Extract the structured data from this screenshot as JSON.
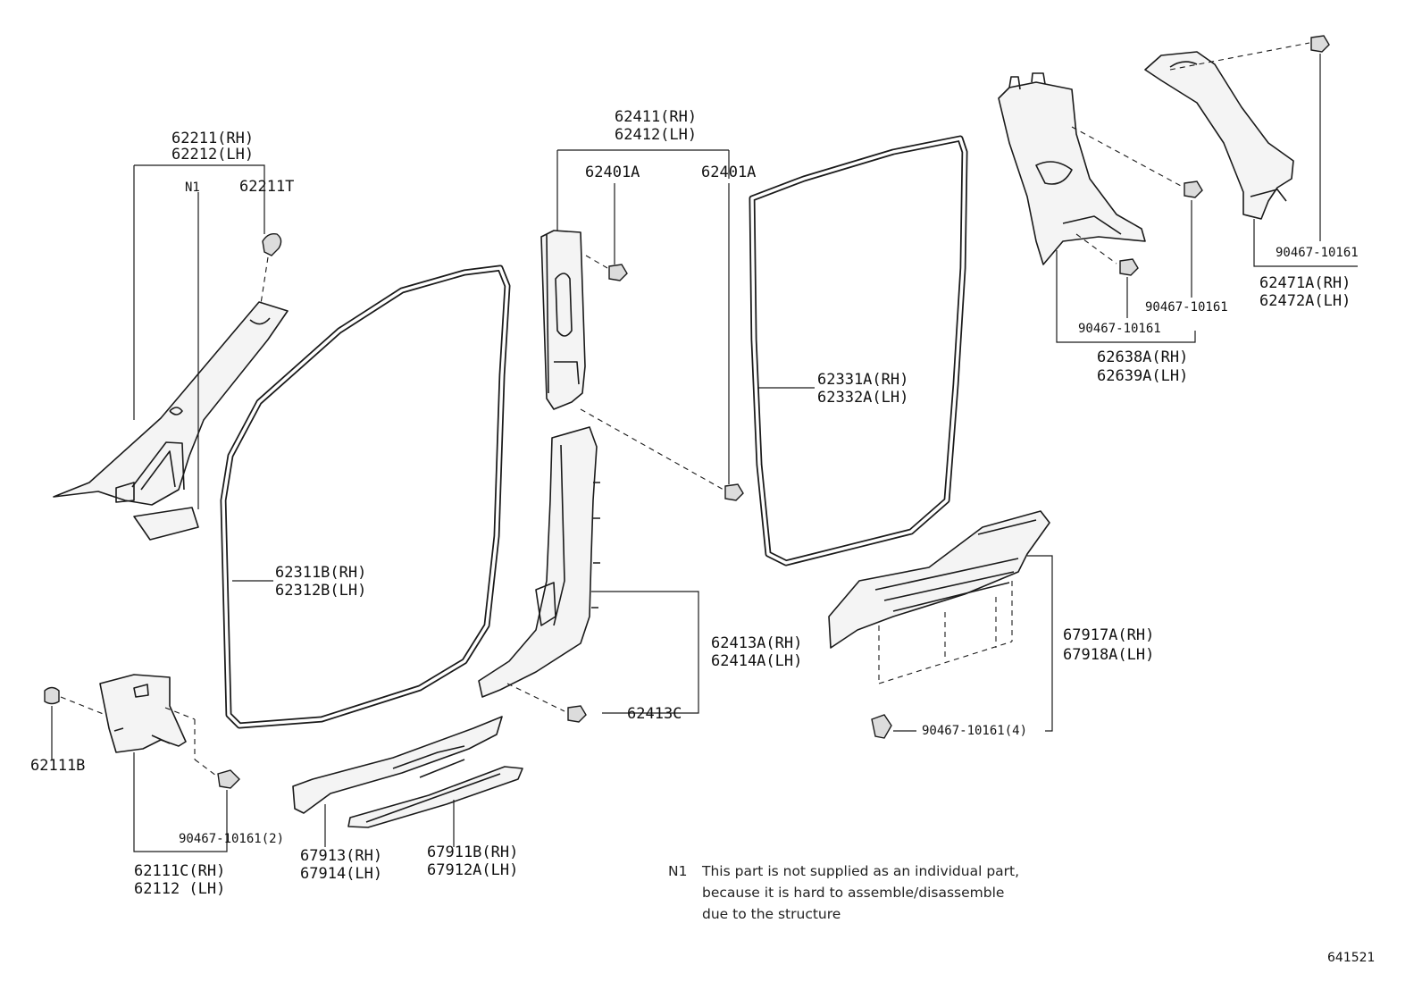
{
  "labels": {
    "l62211_rh": "62211(RH)",
    "l62212_lh": "62212(LH)",
    "n1_marker": "N1",
    "l62211t": "62211T",
    "l62411_rh": "62411(RH)",
    "l62412_lh": "62412(LH)",
    "l62401a_left": "62401A",
    "l62401a_right": "62401A",
    "l62311b_rh": "62311B(RH)",
    "l62312b_lh": "62312B(LH)",
    "l62331a_rh": "62331A(RH)",
    "l62332a_lh": "62332A(LH)",
    "l62413a_rh": "62413A(RH)",
    "l62414a_lh": "62414A(LH)",
    "l62413c": "62413C",
    "l62111b": "62111B",
    "l90467_2": "90467-10161(2)",
    "l62111c_rh": "62111C(RH)",
    "l62112_lh": "62112 (LH)",
    "l67913_rh": "67913(RH)",
    "l67914_lh": "67914(LH)",
    "l67911b_rh": "67911B(RH)",
    "l67912a_lh": "67912A(LH)",
    "l67917a_rh": "67917A(RH)",
    "l67918a_lh": "67918A(LH)",
    "l90467_4": "90467-10161(4)",
    "l90467_center": "90467-10161",
    "l90467_mid": "90467-10161",
    "l62638a_rh": "62638A(RH)",
    "l62639a_lh": "62639A(LH)",
    "l90467_top": "90467-10161",
    "l62471a_rh": "62471A(RH)",
    "l62472a_lh": "62472A(LH)"
  },
  "note": {
    "marker": "N1",
    "line1": "This part is not supplied as an individual part,",
    "line2": "because it is hard to assemble/disassemble",
    "line3": "due to the structure"
  },
  "diagram_code": "641521"
}
